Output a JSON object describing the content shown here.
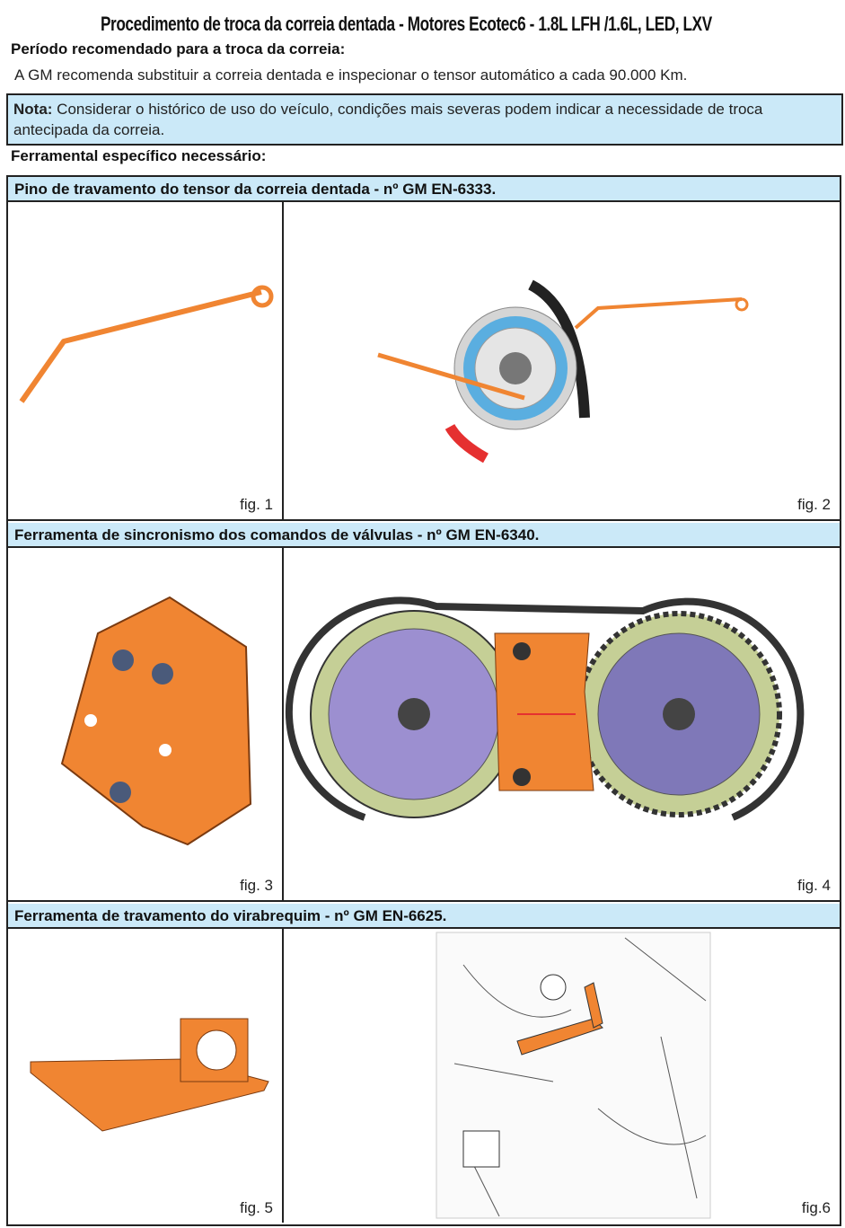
{
  "title": "Procedimento de troca da correia dentada - Motores Ecotec6 - 1.8L LFH /1.6L, LED, LXV",
  "period_heading": "Período recomendado para a troca da correia:",
  "period_text": "A GM recomenda substituir a correia dentada e inspecionar o tensor automático a cada 90.000 Km.",
  "note": {
    "label": "Nota:",
    "text": " Considerar o histórico de uso do veículo, condições mais severas podem indicar a necessidade de troca antecipada da correia."
  },
  "tools_heading": "Ferramental específico necessário:",
  "sections": [
    {
      "title": "Pino de travamento do tensor da correia dentada - nº GM EN-6333.",
      "figs": [
        "fig. 1",
        "fig. 2"
      ]
    },
    {
      "title": "Ferramenta de sincronismo dos comandos de válvulas - nº GM EN-6340.",
      "figs": [
        "fig. 3",
        "fig. 4"
      ]
    },
    {
      "title": "Ferramenta de travamento do virabrequim - nº GM EN-6625.",
      "figs": [
        "fig. 5",
        "fig.6"
      ]
    }
  ],
  "colors": {
    "tool": "#f08532",
    "header_bg": "#cbe9f8",
    "pulley_blue": "#5aaee0",
    "cam_purple": "#9c8fd0",
    "gear_green": "#c5cf96"
  }
}
